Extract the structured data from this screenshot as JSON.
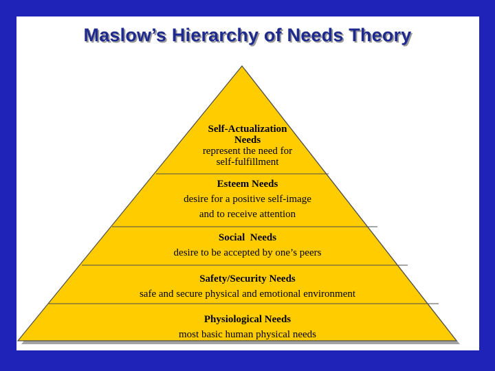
{
  "title": "Maslow’s Hierarchy of Needs Theory",
  "tiers": [
    {
      "name": "Self-Actualization",
      "name2": "Needs",
      "desc": "represent the need for",
      "desc2": "self-fulfillment"
    },
    {
      "name": "Esteem Needs",
      "desc": "desire for a positive self-image",
      "desc2": "and to receive attention"
    },
    {
      "name": "Social  Needs",
      "desc": "desire to be accepted by one’s peers"
    },
    {
      "name": "Safety/Security Needs",
      "desc": "safe and secure physical and emotional environment"
    },
    {
      "name": "Physiological Needs",
      "desc": "most basic human physical needs"
    }
  ],
  "colors": {
    "background": "#1f23b8",
    "slide": "#ffffff",
    "title": "#1f2a8f",
    "pyramid_fill": "#ffcc00",
    "pyramid_stroke": "#4d4d4d",
    "shadow": "#a3a3a3"
  }
}
